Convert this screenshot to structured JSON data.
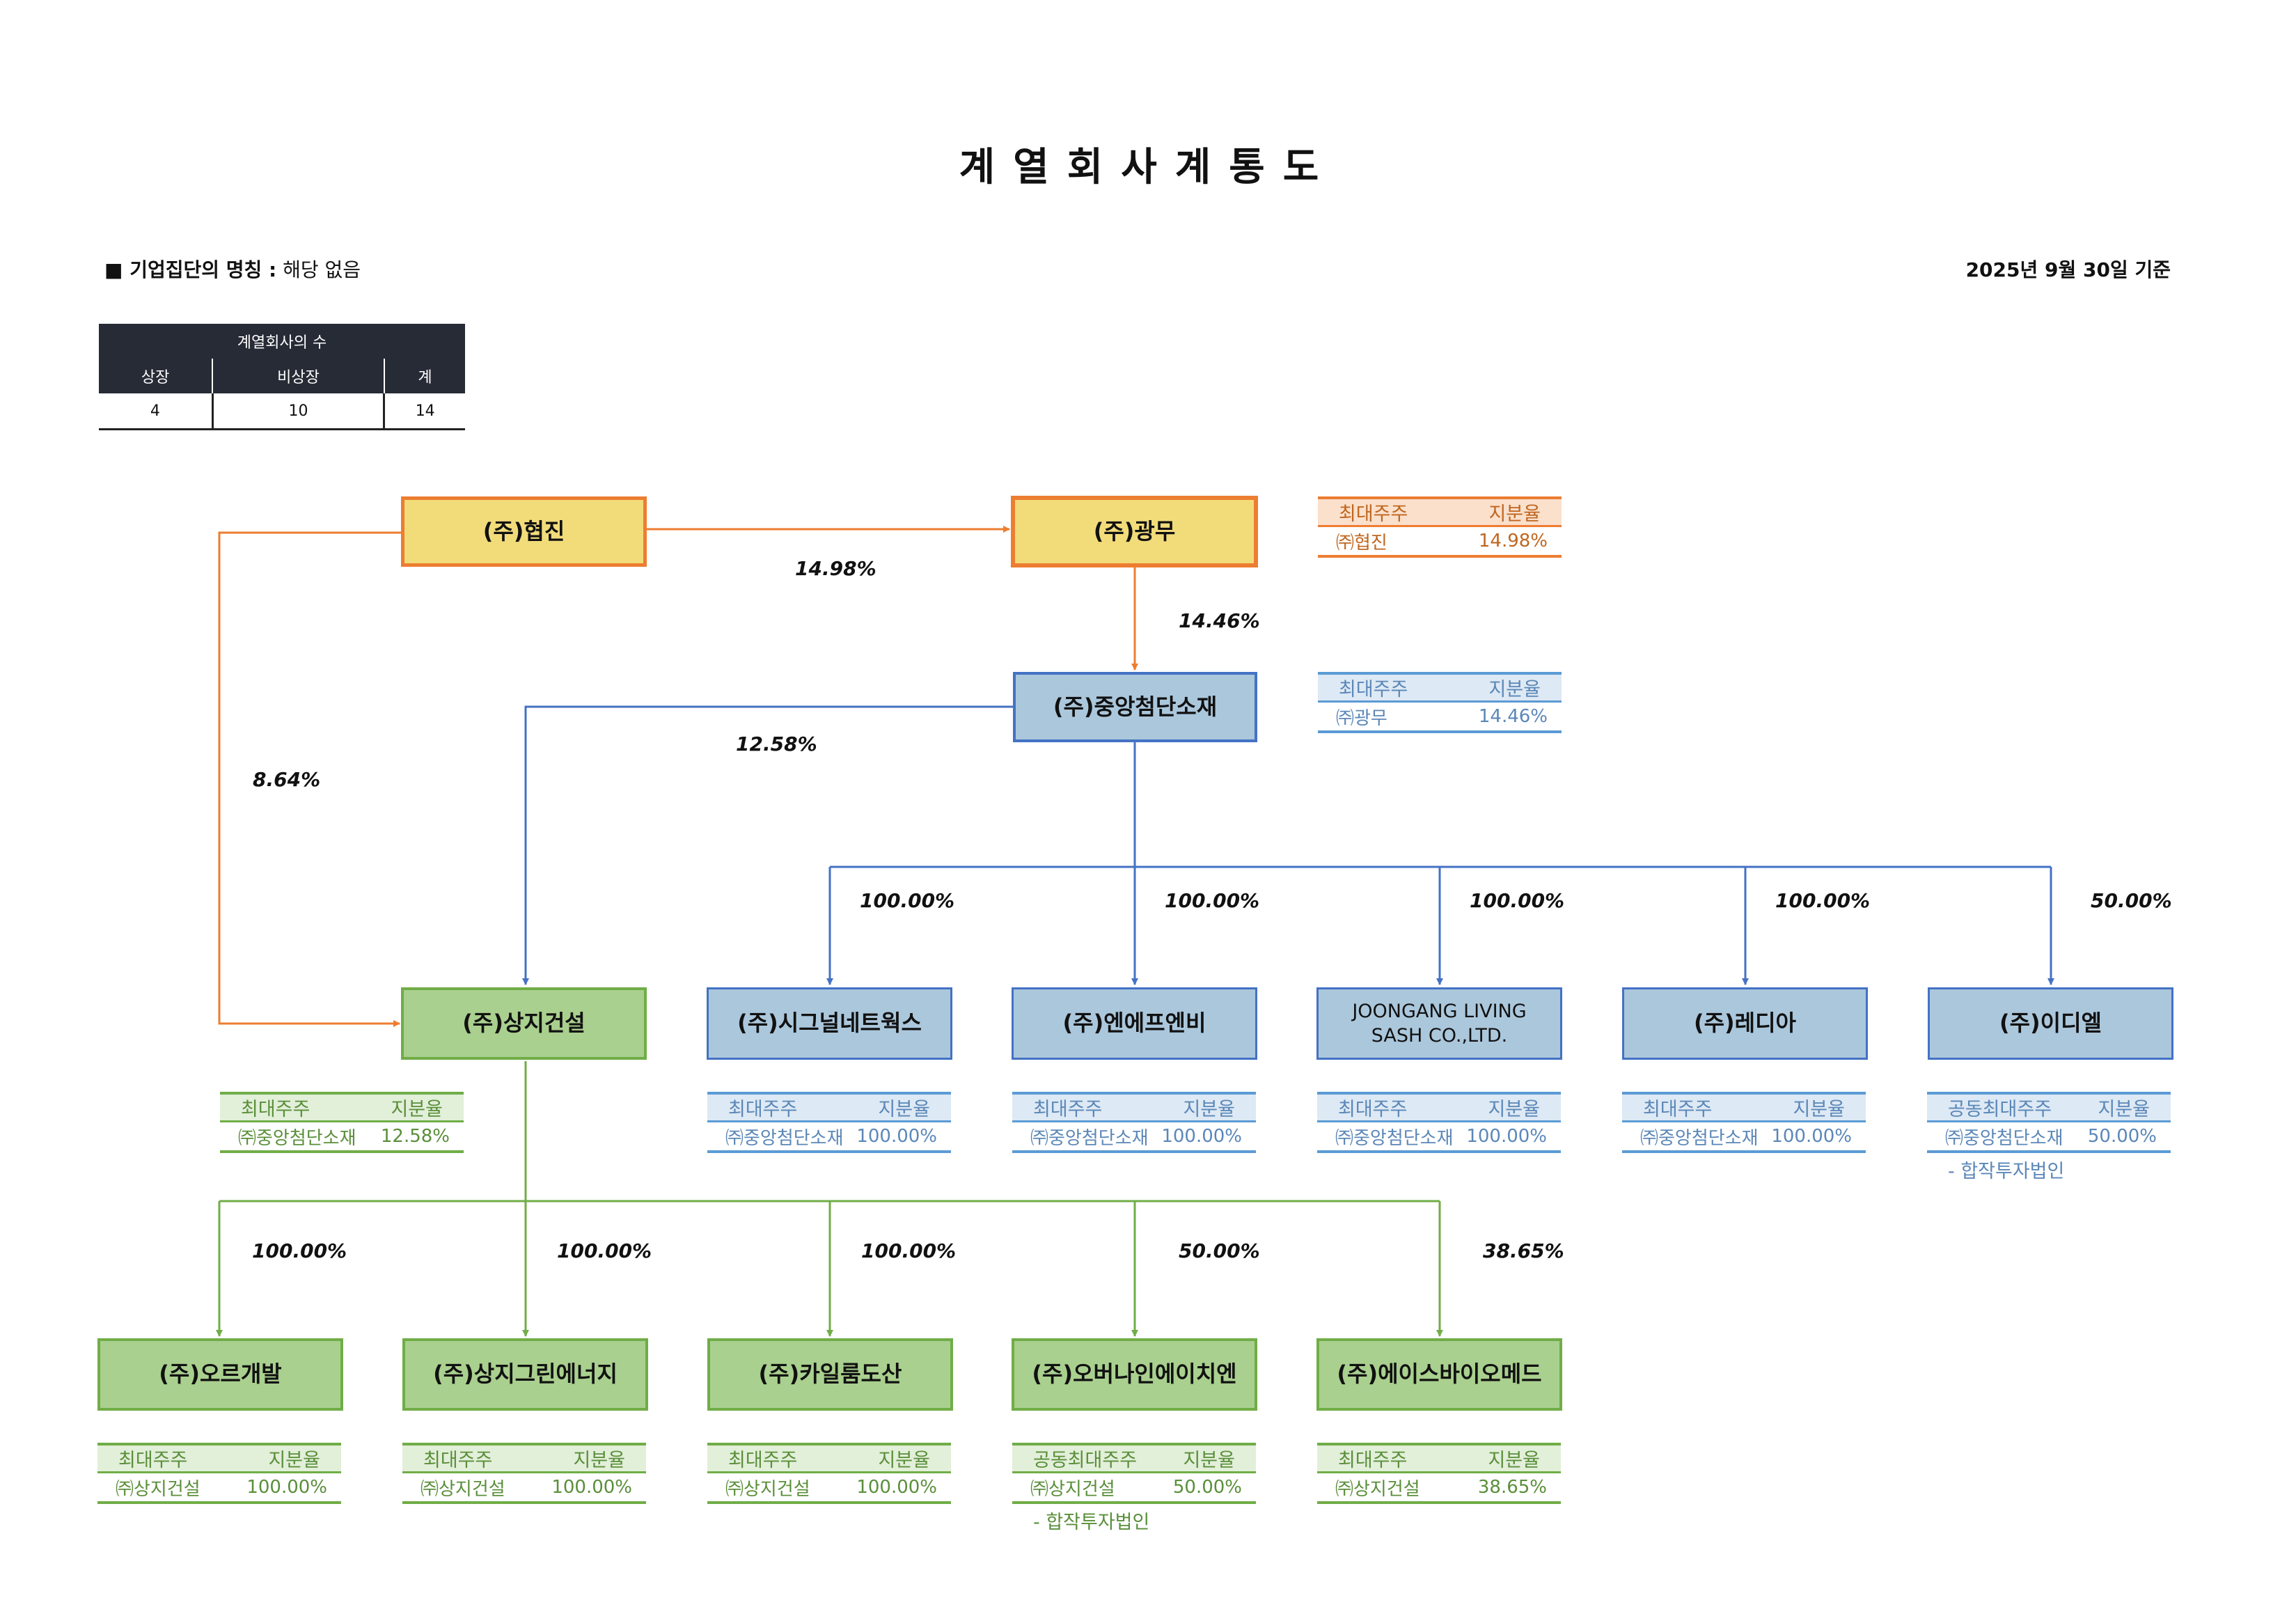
{
  "title": "계열회사계통도",
  "group": {
    "label": "■ 기업집단의 명칭 :",
    "value": "해당 없음"
  },
  "base_date": "2025년 9월 30일 기준",
  "count_table": {
    "caption": "계열회사의 수",
    "headers": [
      "상장",
      "비상장",
      "계"
    ],
    "values": [
      "4",
      "10",
      "14"
    ]
  },
  "companies": {
    "hyupjin": "(주)협진",
    "kwangmu": "(주)광무",
    "jungang": "(주)중앙첨단소재",
    "sangji": "(주)상지건설",
    "signal": "(주)시그널네트웍스",
    "nfnb": "(주)엔에프엔비",
    "joongang_living_1": "JOONGANG LIVING",
    "joongang_living_2": "SASH CO.,LTD.",
    "radia": "(주)레디아",
    "idiel": "(주)이디엘",
    "orge": "(주)오르개발",
    "sangji_green": "(주)상지그린에너지",
    "kailum": "(주)카일룸도산",
    "ovanine": "(주)오버나인에이치엔",
    "ace_bio": "(주)에이스바이오메드"
  },
  "ownership": {
    "hyupjin_kwangmu": "14.98%",
    "kwangmu_jungang": "14.46%",
    "jungang_sangji": "12.58%",
    "hyupjin_sangji": "8.64%",
    "jungang_signal": "100.00%",
    "jungang_nfnb": "100.00%",
    "jungang_joongang_living": "100.00%",
    "jungang_radia": "100.00%",
    "jungang_idiel": "50.00%",
    "sangji_orge": "100.00%",
    "sangji_green": "100.00%",
    "sangji_kailum": "100.00%",
    "sangji_ovanine": "50.00%",
    "sangji_ace_bio": "38.65%"
  },
  "shareholder_boxes": {
    "kwangmu": {
      "h1": "최대주주",
      "h2": "지분율",
      "holder": "㈜협진",
      "pct": "14.98%"
    },
    "jungang": {
      "h1": "최대주주",
      "h2": "지분율",
      "holder": "㈜광무",
      "pct": "14.46%"
    },
    "sangji": {
      "h1": "최대주주",
      "h2": "지분율",
      "holder": "㈜중앙첨단소재",
      "pct": "12.58%"
    },
    "signal": {
      "h1": "최대주주",
      "h2": "지분율",
      "holder": "㈜중앙첨단소재",
      "pct": "100.00%"
    },
    "nfnb": {
      "h1": "최대주주",
      "h2": "지분율",
      "holder": "㈜중앙첨단소재",
      "pct": "100.00%"
    },
    "joongang_living": {
      "h1": "최대주주",
      "h2": "지분율",
      "holder": "㈜중앙첨단소재",
      "pct": "100.00%"
    },
    "radia": {
      "h1": "최대주주",
      "h2": "지분율",
      "holder": "㈜중앙첨단소재",
      "pct": "100.00%"
    },
    "idiel": {
      "h1": "공동최대주주",
      "h2": "지분율",
      "holder": "㈜중앙첨단소재",
      "pct": "50.00%",
      "note": "- 합작투자법인"
    },
    "orge": {
      "h1": "최대주주",
      "h2": "지분율",
      "holder": "㈜상지건설",
      "pct": "100.00%"
    },
    "sangji_green": {
      "h1": "최대주주",
      "h2": "지분율",
      "holder": "㈜상지건설",
      "pct": "100.00%"
    },
    "kailum": {
      "h1": "최대주주",
      "h2": "지분율",
      "holder": "㈜상지건설",
      "pct": "100.00%"
    },
    "ovanine": {
      "h1": "공동최대주주",
      "h2": "지분율",
      "holder": "㈜상지건설",
      "pct": "50.00%",
      "note": "- 합작투자법인"
    },
    "ace_bio": {
      "h1": "최대주주",
      "h2": "지분율",
      "holder": "㈜상지건설",
      "pct": "38.65%"
    }
  },
  "colors": {
    "orange": "#ed7d31",
    "blue": "#4472c4",
    "green": "#70ad47",
    "yellow_fill": "#f2dc7a",
    "blue_fill": "#abc7dc",
    "green_fill": "#a9d08e"
  }
}
